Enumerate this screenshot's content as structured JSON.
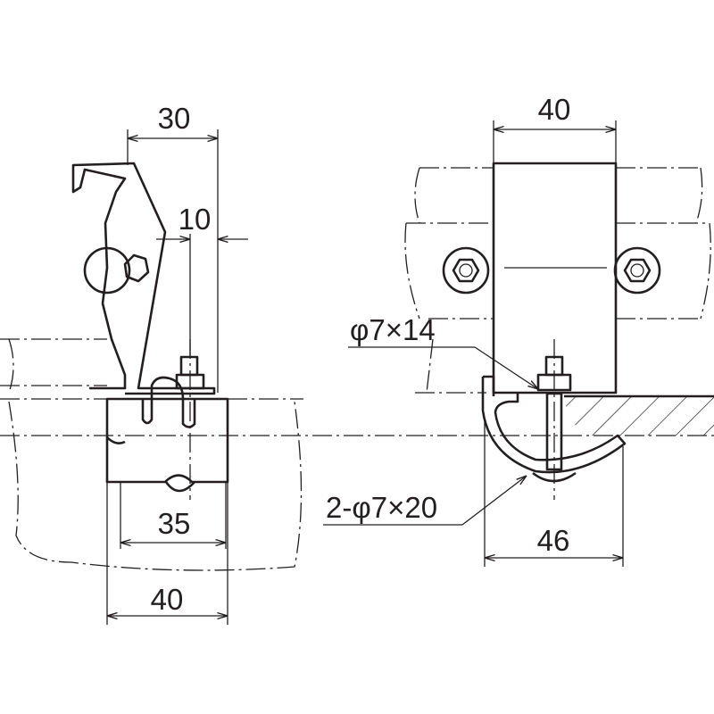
{
  "drawing": {
    "left_view": {
      "dim_top": "30",
      "dim_offset": "10",
      "dim_inner": "35",
      "dim_bottom": "40"
    },
    "right_view": {
      "dim_top": "40",
      "bolt_callout": "φ7×14",
      "screw_callout": "2-φ7×20",
      "dim_bottom": "46"
    }
  }
}
